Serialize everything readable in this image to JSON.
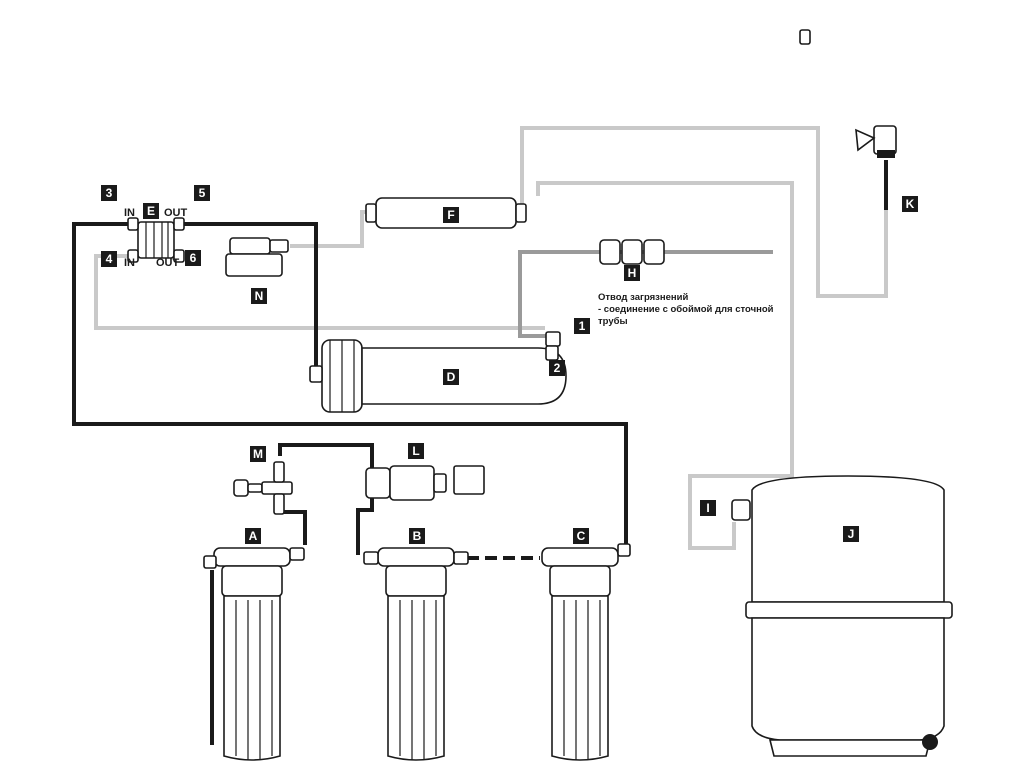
{
  "labels": {
    "A": "A",
    "B": "B",
    "C": "C",
    "D": "D",
    "E": "E",
    "F": "F",
    "H": "H",
    "I": "I",
    "J": "J",
    "K": "K",
    "L": "L",
    "M": "M",
    "N": "N",
    "n1": "1",
    "n2": "2",
    "n3": "3",
    "n4": "4",
    "n5": "5",
    "n6": "6"
  },
  "ports": {
    "in_top": "IN",
    "out_top": "OUT",
    "in_bottom": "IN",
    "out_bottom": "OUT"
  },
  "drain_note": {
    "line1": "Отвод загрязнений",
    "line2": "- соединение с обоймой для сточной",
    "line3": "трубы"
  }
}
